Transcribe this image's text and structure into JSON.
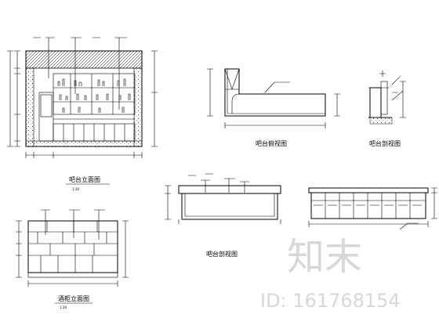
{
  "views": {
    "front_elevation": {
      "title": "吧台立面图",
      "scale": "1:30"
    },
    "top_view": {
      "title": "吧台俯视图"
    },
    "side_section": {
      "title": "吧台剖视图"
    },
    "section_view": {
      "title": "吧台剖视图"
    },
    "back_view": {
      "title": ""
    },
    "cabinet_elevation": {
      "title": "酒柜立面图",
      "scale": "1:30"
    }
  },
  "watermark": {
    "text": "知末",
    "id_text": "ID: 161768154"
  }
}
